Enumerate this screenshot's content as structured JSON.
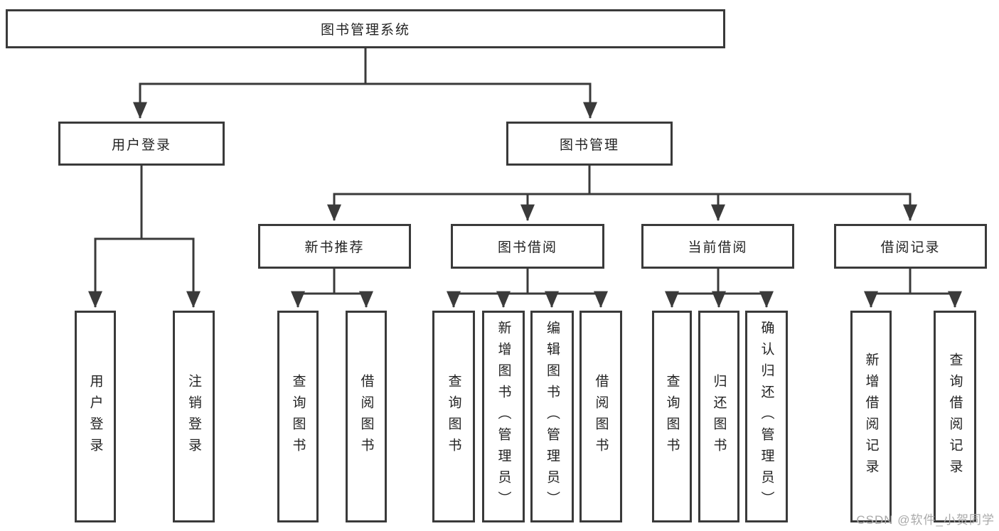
{
  "diagram": {
    "root": "图书管理系统",
    "branches": [
      {
        "label": "用户登录",
        "children": [
          "用户登录",
          "注销登录"
        ]
      },
      {
        "label": "图书管理",
        "groups": [
          {
            "label": "新书推荐",
            "children": [
              "查询图书",
              "借阅图书"
            ]
          },
          {
            "label": "图书借阅",
            "children": [
              "查询图书",
              "新增图书（管理员）",
              "编辑图书（管理员）",
              "借阅图书"
            ]
          },
          {
            "label": "当前借阅",
            "children": [
              "查询图书",
              "归还图书",
              "确认归还（管理员）"
            ]
          },
          {
            "label": "借阅记录",
            "children": [
              "新增借阅记录",
              "查询借阅记录"
            ]
          }
        ]
      }
    ]
  },
  "watermark": "CSDN @软件_小贺同学",
  "colors": {
    "line": "#3a3a3a",
    "text": "#232323",
    "watermark": "#a9a9a9",
    "background": "#ffffff"
  }
}
